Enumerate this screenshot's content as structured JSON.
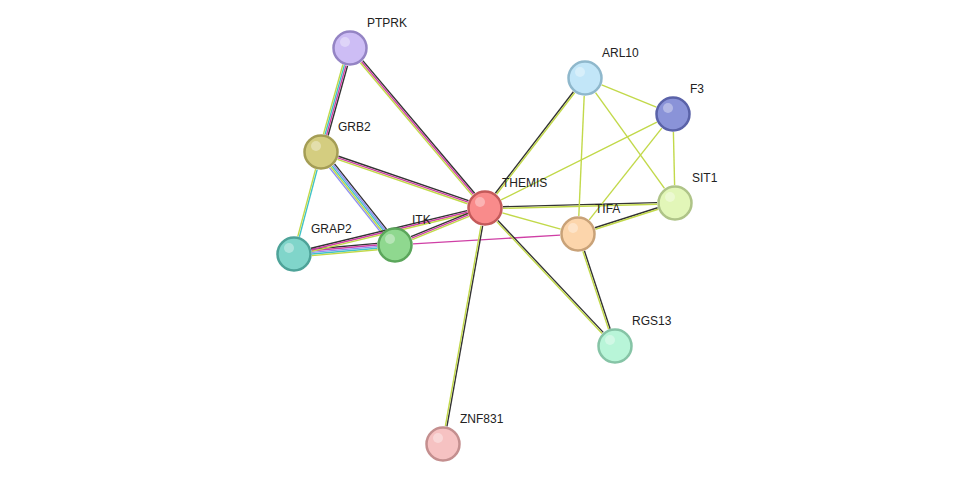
{
  "diagram": {
    "nodes": [
      {
        "text": [
          "PTPRK"
        ]
      },
      {
        "text": [
          "ARL10"
        ]
      },
      {
        "text": [
          "F3"
        ]
      },
      {
        "text": [
          "GRB2"
        ]
      },
      {
        "text": [
          "THEMIS"
        ]
      },
      {
        "text": [
          "SIT1"
        ]
      },
      {
        "text": [
          "TIFA"
        ]
      },
      {
        "text": [
          "ITK"
        ]
      },
      {
        "text": [
          "GRAP2"
        ]
      },
      {
        "text": [
          "RGS13"
        ]
      },
      {
        "text": [
          "ZNF831"
        ]
      }
    ],
    "edges": [
      {
        "from": 0,
        "to": 3,
        "arrow": "none"
      },
      {
        "from": 0,
        "to": 4,
        "arrow": "none"
      },
      {
        "from": 3,
        "to": 4,
        "arrow": "none"
      },
      {
        "from": 3,
        "to": 8,
        "arrow": "none"
      },
      {
        "from": 3,
        "to": 7,
        "arrow": "none"
      },
      {
        "from": 8,
        "to": 7,
        "arrow": "none"
      },
      {
        "from": 8,
        "to": 4,
        "arrow": "none"
      },
      {
        "from": 7,
        "to": 4,
        "arrow": "none"
      },
      {
        "from": 7,
        "to": 6,
        "arrow": "none"
      },
      {
        "from": 4,
        "to": 1,
        "arrow": "none"
      },
      {
        "from": 4,
        "to": 2,
        "arrow": "none"
      },
      {
        "from": 4,
        "to": 5,
        "arrow": "none"
      },
      {
        "from": 4,
        "to": 6,
        "arrow": "none"
      },
      {
        "from": 4,
        "to": 9,
        "arrow": "none"
      },
      {
        "from": 4,
        "to": 10,
        "arrow": "none"
      },
      {
        "from": 1,
        "to": 2,
        "arrow": "none"
      },
      {
        "from": 1,
        "to": 6,
        "arrow": "none"
      },
      {
        "from": 1,
        "to": 5,
        "arrow": "none"
      },
      {
        "from": 2,
        "to": 6,
        "arrow": "none"
      },
      {
        "from": 2,
        "to": 5,
        "arrow": "none"
      },
      {
        "from": 6,
        "to": 5,
        "arrow": "none"
      },
      {
        "from": 6,
        "to": 9,
        "arrow": "none"
      }
    ]
  }
}
